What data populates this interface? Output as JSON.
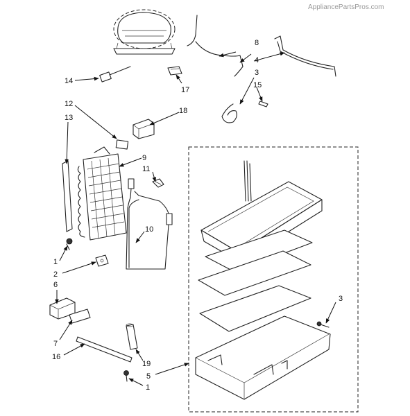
{
  "watermark": "AppliancePartsPros.com",
  "callouts": {
    "c14": "14",
    "c17": "17",
    "c8": "8",
    "c4": "4",
    "c3a": "3",
    "c15": "15",
    "c12": "12",
    "c13": "13",
    "c18": "18",
    "c9": "9",
    "c11": "11",
    "c10": "10",
    "c1a": "1",
    "c2": "2",
    "c6": "6",
    "c7": "7",
    "c16": "16",
    "c19": "19",
    "c5": "5",
    "c1b": "1",
    "c3b": "3"
  },
  "arrow_color": "#111111"
}
